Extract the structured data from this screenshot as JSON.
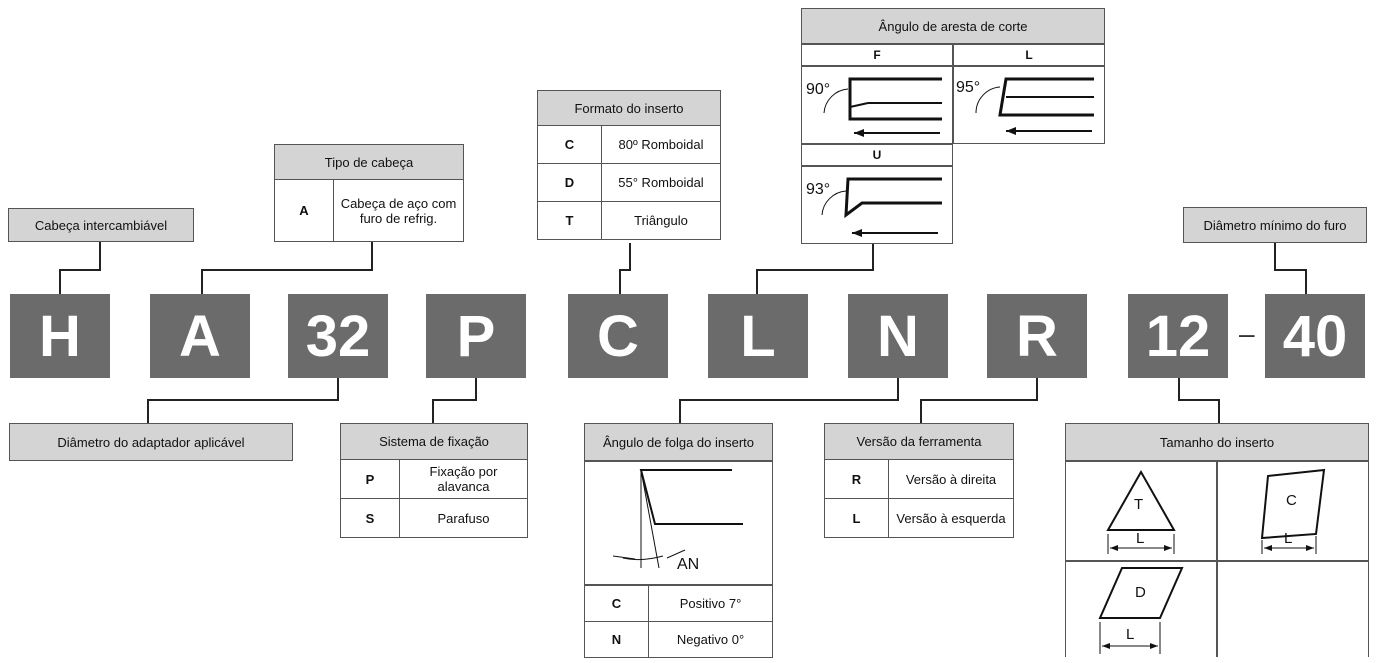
{
  "codes": [
    "H",
    "A",
    "32",
    "P",
    "C",
    "L",
    "N",
    "R",
    "12",
    "40"
  ],
  "dash": "–",
  "cabeca_intercambiavel": {
    "title": "Cabeça intercambiável"
  },
  "tipo_cabeca": {
    "title": "Tipo de cabeça",
    "rows": [
      {
        "k": "A",
        "v1": "Cabeça de aço com",
        "v2": "furo de refrig."
      }
    ]
  },
  "formato_inserto": {
    "title": "Formato do inserto",
    "rows": [
      {
        "k": "C",
        "v": "80º Romboidal"
      },
      {
        "k": "D",
        "v": "55° Romboidal"
      },
      {
        "k": "T",
        "v": "Triângulo"
      }
    ]
  },
  "angulo_aresta": {
    "title": "Ângulo de aresta de corte",
    "cells": [
      {
        "k": "F",
        "angle": "90°"
      },
      {
        "k": "L",
        "angle": "95°"
      },
      {
        "k": "U",
        "angle": "93°"
      }
    ]
  },
  "diametro_minimo": {
    "title": "Diâmetro mínimo do furo"
  },
  "diametro_adaptador": {
    "title": "Diâmetro do adaptador aplicável"
  },
  "sistema_fixacao": {
    "title": "Sistema de fixação",
    "rows": [
      {
        "k": "P",
        "v": "Fixação por alavanca"
      },
      {
        "k": "S",
        "v": "Parafuso"
      }
    ]
  },
  "angulo_folga": {
    "title": "Ângulo de folga do inserto",
    "label": "AN",
    "rows": [
      {
        "k": "C",
        "v": "Positivo 7°"
      },
      {
        "k": "N",
        "v": "Negativo 0°"
      }
    ]
  },
  "versao_ferramenta": {
    "title": "Versão da ferramenta",
    "rows": [
      {
        "k": "R",
        "v": "Versão à direita"
      },
      {
        "k": "L",
        "v": "Versão à esquerda"
      }
    ]
  },
  "tamanho_inserto": {
    "title": "Tamanho do inserto",
    "shapes": [
      {
        "letter": "T",
        "dim": "L"
      },
      {
        "letter": "C",
        "dim": "L"
      },
      {
        "letter": "D",
        "dim": "L"
      }
    ]
  }
}
